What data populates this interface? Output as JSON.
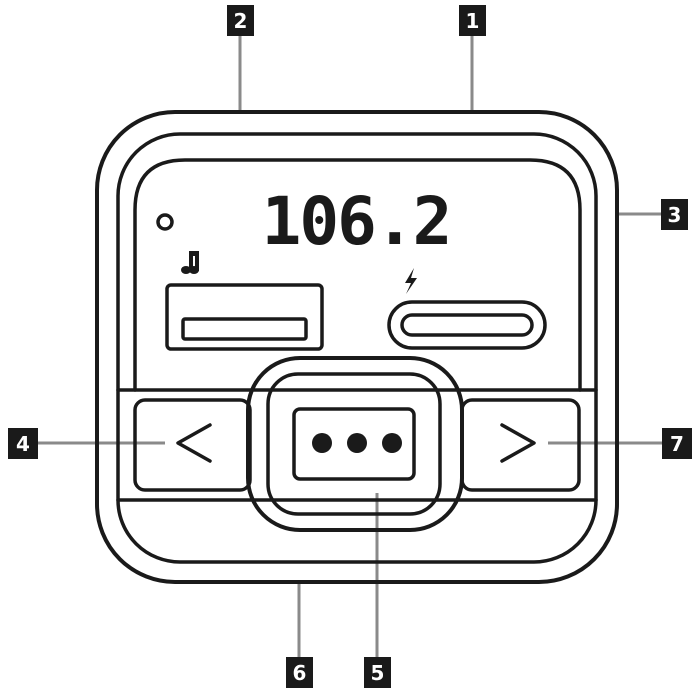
{
  "display": {
    "frequency": "106.2"
  },
  "icons": {
    "indicator": "indicator-led-icon",
    "music": "music-note-icon",
    "charge": "lightning-bolt-icon",
    "previous": "chevron-left-icon",
    "next": "chevron-right-icon",
    "menu": "ellipsis-icon"
  },
  "callouts": [
    {
      "id": "1",
      "label": "1"
    },
    {
      "id": "2",
      "label": "2"
    },
    {
      "id": "3",
      "label": "3"
    },
    {
      "id": "4",
      "label": "4"
    },
    {
      "id": "5",
      "label": "5"
    },
    {
      "id": "6",
      "label": "6"
    },
    {
      "id": "7",
      "label": "7"
    }
  ]
}
